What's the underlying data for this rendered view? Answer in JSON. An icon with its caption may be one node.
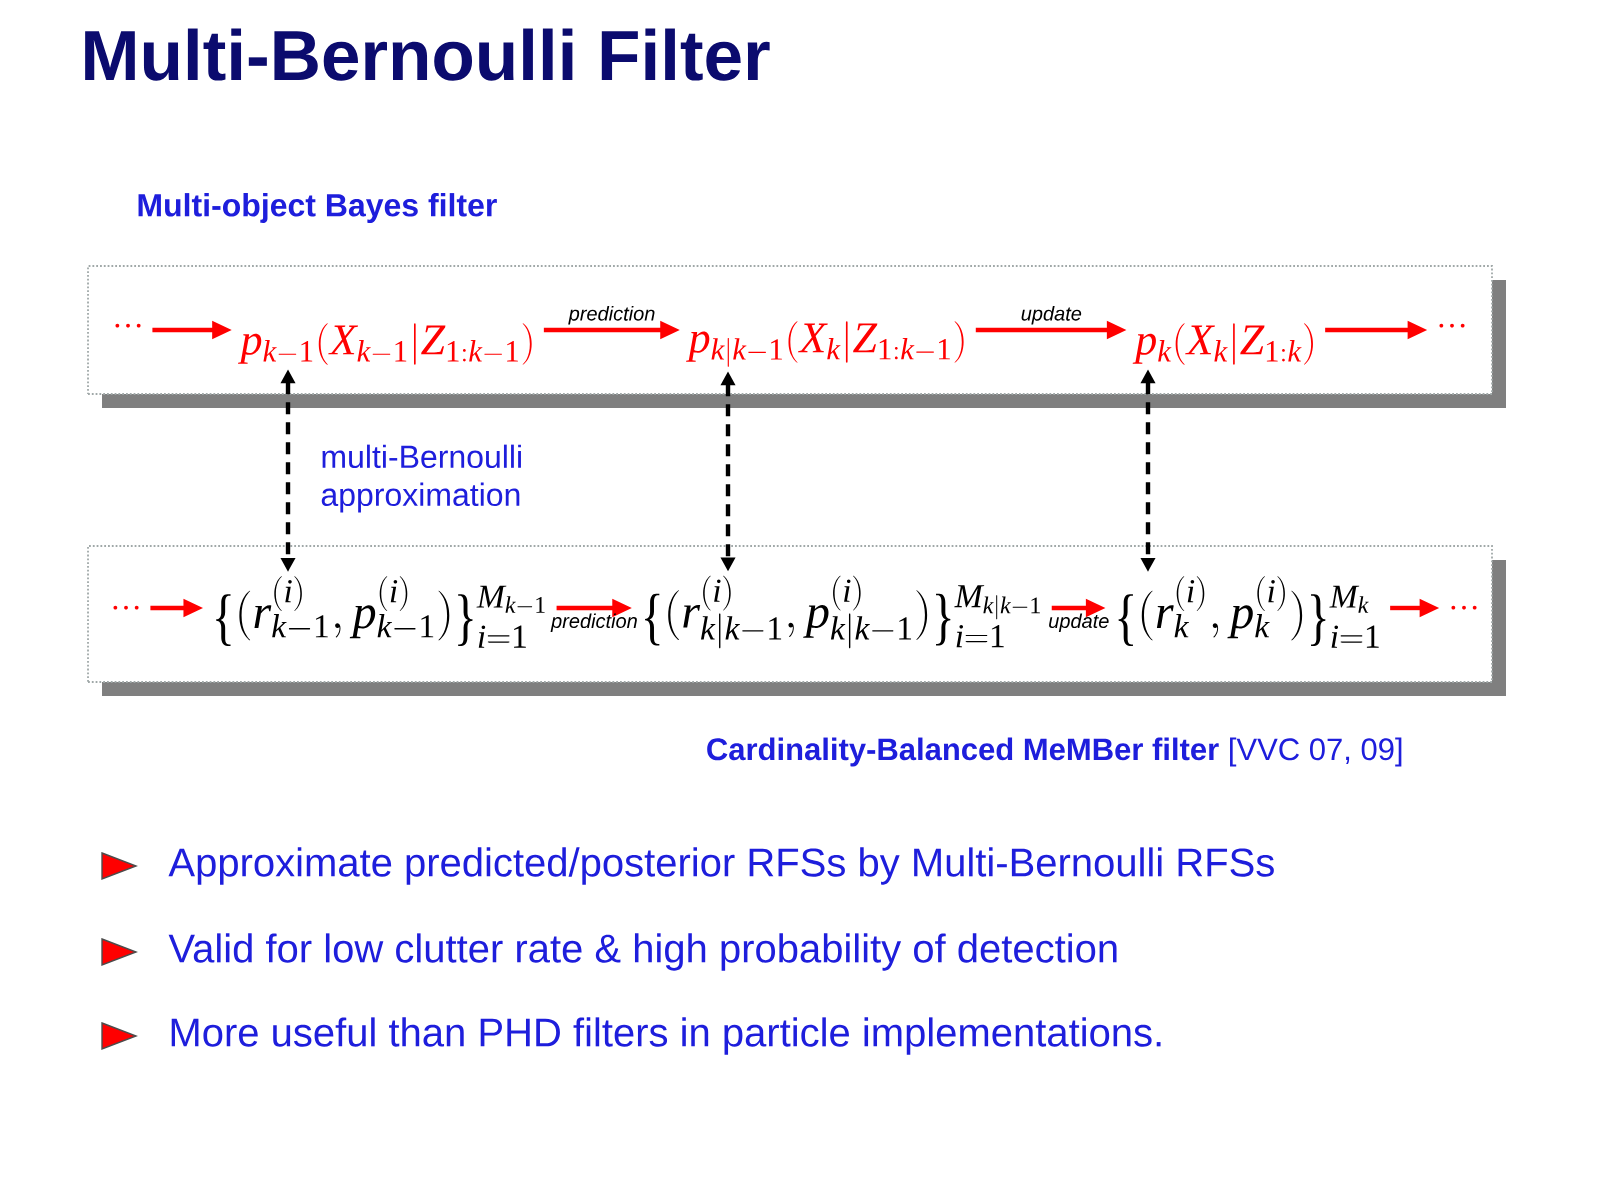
{
  "diagram": {
    "title": "Multi-Bernoulli Filter",
    "nodes": [
      {
        "text": [
          "Multi-object Bayes filter"
        ]
      },
      {
        "text": [
          "···"
        ],
        "in": 0
      },
      {
        "text": [
          "p_{k-1}(X_{k-1}|Z_{1:k-1})"
        ],
        "in": 0
      },
      {
        "text": [
          "p_{k|k-1}(X_k|Z_{1:k-1})"
        ],
        "in": 0
      },
      {
        "text": [
          "p_k(X_k|Z_{1:k})"
        ],
        "in": 0
      },
      {
        "text": [
          "···"
        ],
        "in": 0
      },
      {
        "text": [
          "**Cardinality-Balanced MeMBer filter** [VVC 07, 09]"
        ]
      },
      {
        "text": [
          "···"
        ],
        "in": 6
      },
      {
        "text": [
          "\\{(r^{(i)}_{k-1}, p^{(i)}_{k-1})\\}_{i=1}^{M_{k-1}}"
        ],
        "in": 6
      },
      {
        "text": [
          "\\{(r^{(i)}_{k|k-1}, p^{(i)}_{k|k-1})\\}_{i=1}^{M_{k|k-1}}"
        ],
        "in": 6
      },
      {
        "text": [
          "\\{(r^{(i)}_{k}, p^{(i)}_{k})\\}_{i=1}^{M_k}"
        ],
        "in": 6
      },
      {
        "text": [
          "···"
        ],
        "in": 6
      }
    ],
    "edges": [
      {
        "from": 1,
        "to": 2,
        "arrow": "to"
      },
      {
        "from": 2,
        "to": 3,
        "arrow": "to",
        "label": "prediction"
      },
      {
        "from": 3,
        "to": 4,
        "arrow": "to",
        "label": "update"
      },
      {
        "from": 4,
        "to": 5,
        "arrow": "to"
      },
      {
        "from": 7,
        "to": 8,
        "arrow": "to"
      },
      {
        "from": 8,
        "to": 9,
        "arrow": "to",
        "label": "prediction"
      },
      {
        "from": 9,
        "to": 10,
        "arrow": "to",
        "label": "update"
      },
      {
        "from": 10,
        "to": 11,
        "arrow": "to"
      },
      {
        "from": 2,
        "to": 8,
        "arrow": "both",
        "style": "dashed",
        "color": "#000000",
        "label": "multi-Bernoulli approximation"
      },
      {
        "from": 3,
        "to": 9,
        "arrow": "both",
        "style": "dashed",
        "color": "#000000"
      },
      {
        "from": 4,
        "to": 10,
        "arrow": "both",
        "style": "dashed",
        "color": "#000000"
      }
    ],
    "labels": [
      "Approximate predicted/posterior RFSs by Multi-Bernoulli RFSs",
      "Valid for low clutter rate & high probability of detection",
      "More useful than PHD filters in particle implementations."
    ]
  }
}
